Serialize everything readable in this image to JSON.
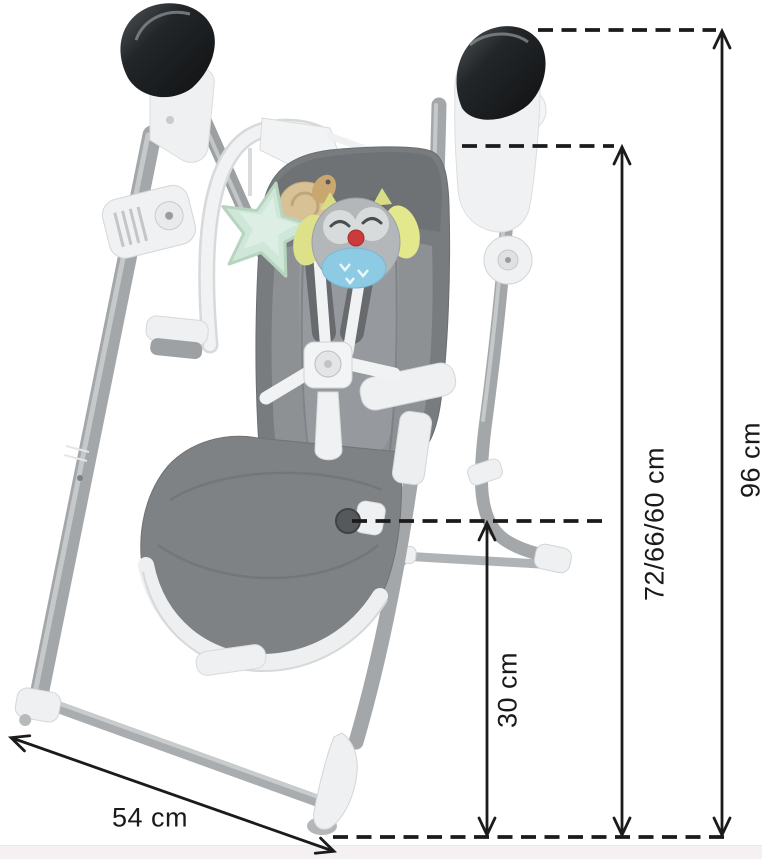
{
  "scene": {
    "type": "product dimension diagram",
    "subject": "baby high chair with swing frame, toy bar and plush toys (star, snail, owl)"
  },
  "dimension_labels": {
    "total_height": "96 cm",
    "backrest_height": "72/66/60 cm",
    "seat_height": "30 cm",
    "base_depth": "54 cm"
  },
  "colors": {
    "annotation_black": "#1b1b1b",
    "frame_gray": "#a7aaac",
    "plastic_white": "#f0f1f2",
    "cap_dark": "#1d2022",
    "seat_gray": "#7e8285",
    "cushion_gray": "#8d9194",
    "toy_star_mint": "#cfe7d8",
    "toy_snail_tan": "#d8c295",
    "toy_owl_wing_yellow": "#dfe38a",
    "toy_owl_belly_blue": "#8dcbe4",
    "toy_owl_nose_red": "#cc3b3b",
    "background": "#ffffff",
    "floor_strip": "#f5f1f2"
  }
}
